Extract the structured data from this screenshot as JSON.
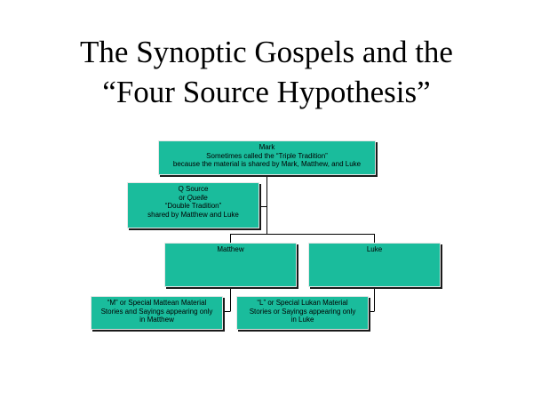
{
  "title": {
    "line1": "The Synoptic Gospels and the",
    "line2": "“Four Source Hypothesis”"
  },
  "colors": {
    "box_fill": "#1abc9c",
    "box_shadow": "#1a1a1a",
    "connector": "#000000"
  },
  "diagram": {
    "mark": {
      "lines": [
        "Mark",
        "Sometimes called the “Triple Tradition”",
        "because the material is shared by Mark, Matthew, and  Luke"
      ]
    },
    "q_source": {
      "line1": "Q Source",
      "line2_prefix": "or ",
      "line2_italic": "Quelle",
      "line3": "“Double Tradition”",
      "line4": "shared by Matthew and Luke"
    },
    "matthew": {
      "label": "Matthew"
    },
    "luke": {
      "label": "Luke"
    },
    "m_material": {
      "lines": [
        "“M” or Special Mattean Material",
        "Stories and Sayings appearing only",
        "in Matthew"
      ]
    },
    "l_material": {
      "lines": [
        "“L” or Special Lukan Material",
        "Stories or Sayings appearing only",
        "in Luke"
      ]
    }
  }
}
